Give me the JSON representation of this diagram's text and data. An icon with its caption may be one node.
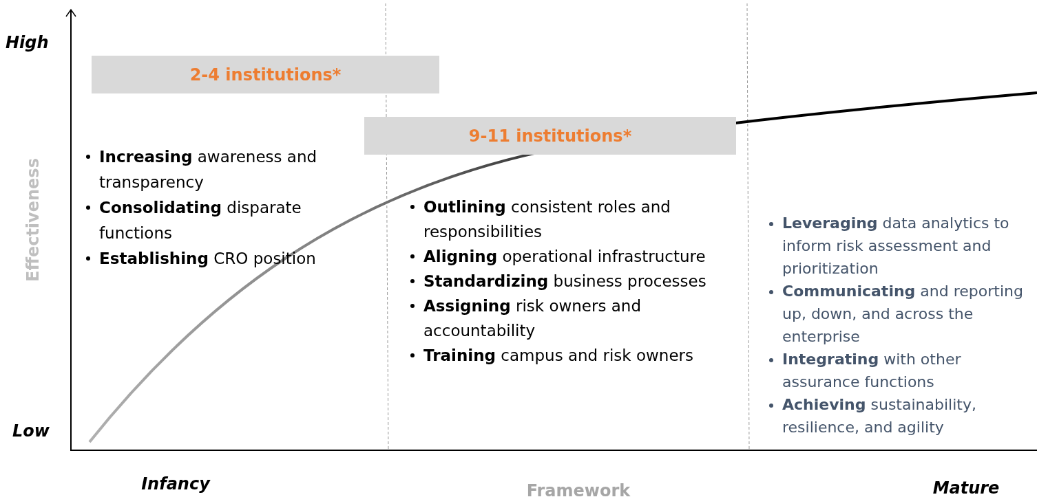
{
  "diagram": {
    "nodes": [
      {
        "text": [
          "2-4 institutions*"
        ]
      },
      {
        "text": [
          "9-11 institutions*"
        ]
      }
    ],
    "labels": [
      "High",
      "Effectiveness",
      "Low",
      "**Increasing** awareness and transparency",
      "**Consolidating** disparate functions",
      "**Establishing** CRO position",
      "**Outlining** consistent roles and responsibilities",
      "**Aligning** operational infrastructure",
      "**Standardizing** business processes",
      "**Assigning** risk owners and accountability",
      "**Training** campus and risk owners",
      "**Leveraging** data analytics to inform risk assessment and prioritization",
      "**Communicating** and reporting up, down, and across the enterprise",
      "**Integrating** with other assurance functions",
      "**Achieving** sustainability, resilience, and agility",
      "Infancy",
      "Framework",
      "Mature"
    ]
  }
}
